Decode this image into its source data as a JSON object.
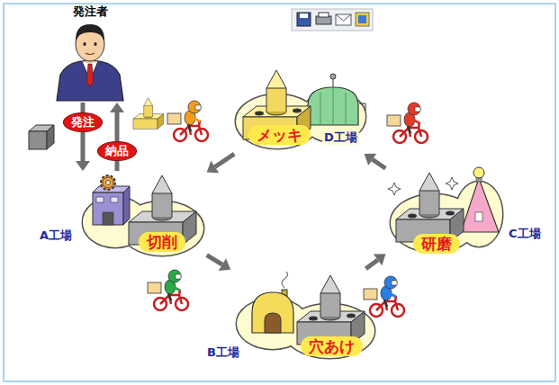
{
  "diagram": {
    "nodes": [
      {
        "text": [
          "発注者"
        ]
      },
      {
        "text": [
          "切削",
          "A工場"
        ]
      },
      {
        "text": [
          "穴あけ",
          "B工場"
        ]
      },
      {
        "text": [
          "研磨",
          "C工場"
        ]
      },
      {
        "text": [
          "メッキ",
          "D工場"
        ]
      }
    ],
    "edges": [
      {
        "from": 0,
        "to": 1,
        "arrow": "to",
        "label": "発注"
      },
      {
        "from": 1,
        "to": 0,
        "arrow": "to",
        "label": "納品"
      },
      {
        "from": 1,
        "to": 2,
        "arrow": "to"
      },
      {
        "from": 2,
        "to": 3,
        "arrow": "to"
      },
      {
        "from": 3,
        "to": 4,
        "arrow": "to"
      },
      {
        "from": 4,
        "to": 1,
        "arrow": "to"
      }
    ]
  }
}
